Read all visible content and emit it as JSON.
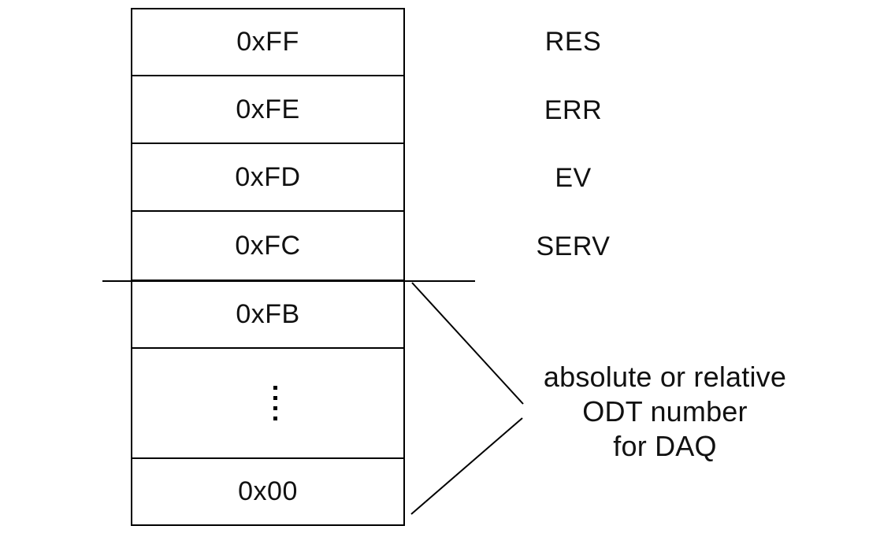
{
  "figure": {
    "background_color": "#ffffff",
    "line_color": "#000000",
    "text_color": "#111111"
  },
  "stack": {
    "rows": [
      "0xFF",
      "0xFE",
      "0xFD",
      "0xFC",
      "0xFB",
      "⋮",
      "0x00"
    ],
    "ellipsis_row_index": 5
  },
  "labels": [
    "RES",
    "ERR",
    "EV",
    "SERV"
  ],
  "annotation": {
    "lines": [
      "absolute or relative",
      "ODT number",
      "for DAQ"
    ]
  }
}
